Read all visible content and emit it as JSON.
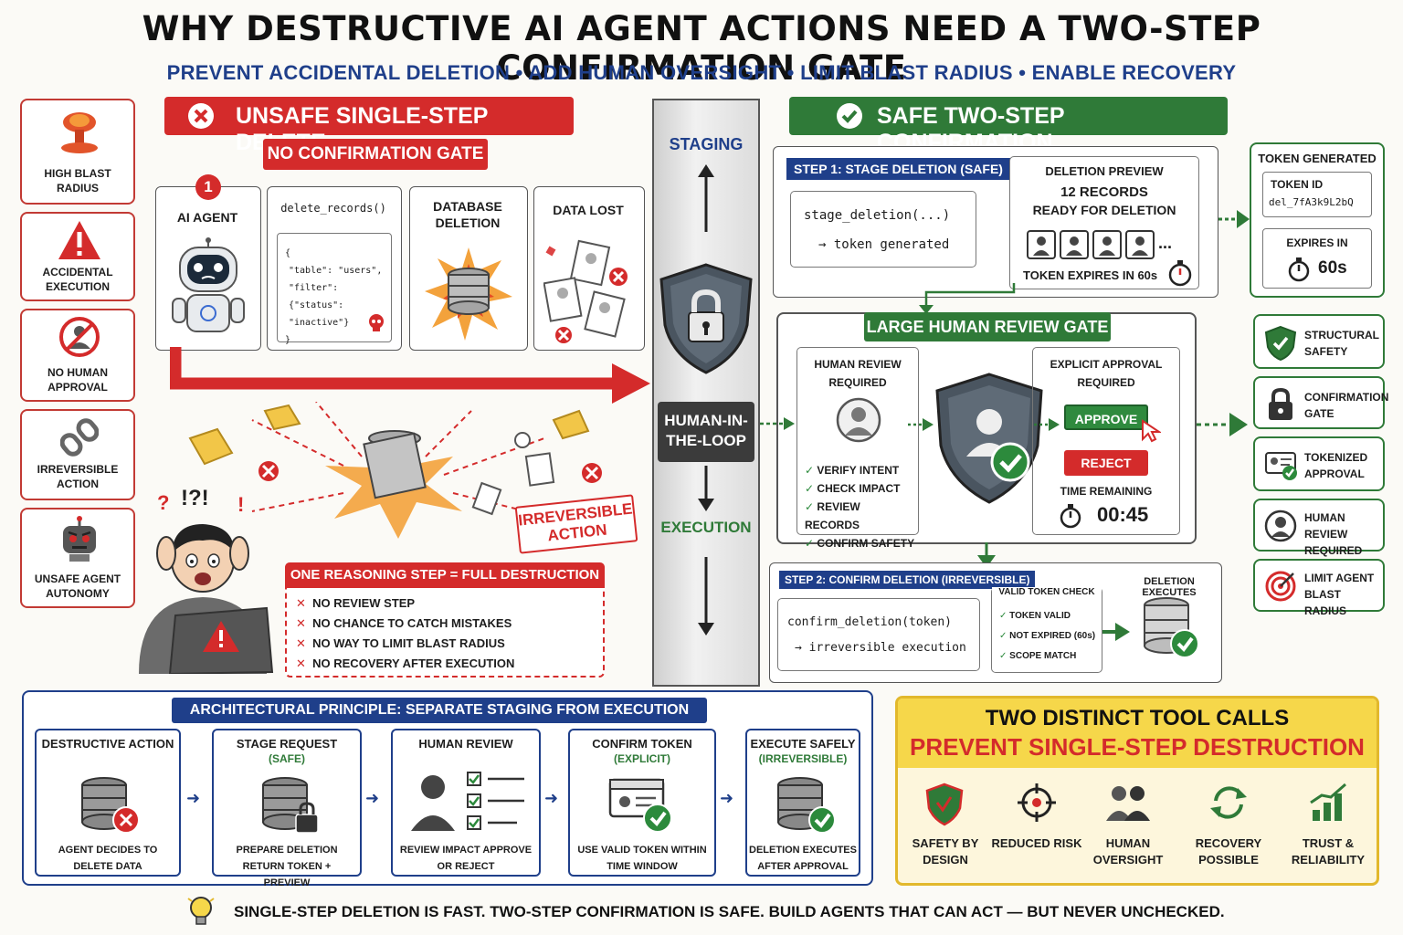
{
  "header": {
    "title": "WHY DESTRUCTIVE AI AGENT ACTIONS NEED A TWO-STEP CONFIRMATION GATE",
    "subtitle": "PREVENT ACCIDENTAL DELETION • ADD HUMAN OVERSIGHT • LIMIT BLAST RADIUS • ENABLE RECOVERY"
  },
  "risks": [
    {
      "label": "HIGH BLAST RADIUS",
      "icon": "explosion-icon"
    },
    {
      "label": "ACCIDENTAL EXECUTION",
      "icon": "warning-icon"
    },
    {
      "label": "NO HUMAN APPROVAL",
      "icon": "no-human-icon"
    },
    {
      "label": "IRREVERSIBLE ACTION",
      "icon": "broken-link-icon"
    },
    {
      "label": "UNSAFE AGENT AUTONOMY",
      "icon": "angry-robot-icon"
    }
  ],
  "unsafe": {
    "banner": "UNSAFE SINGLE-STEP DELETE",
    "subbanner": "NO CONFIRMATION GATE",
    "step_number": "1",
    "agent_label": "AI AGENT",
    "func_label": "delete_records()",
    "code_lines": [
      "{",
      "\"table\": \"users\",",
      "\"filter\": {\"status\":",
      "\"inactive\"}",
      "}"
    ],
    "db_label": "DATABASE DELETION",
    "lost_label": "DATA LOST",
    "irreversible_stamp": "IRREVERSIBLE ACTION",
    "destruction_title": "ONE REASONING STEP = FULL DESTRUCTION",
    "destruction_items": [
      "NO REVIEW STEP",
      "NO CHANCE TO CATCH MISTAKES",
      "NO WAY TO LIMIT BLAST RADIUS",
      "NO RECOVERY AFTER EXECUTION"
    ],
    "panic_text": "!?!"
  },
  "pillar": {
    "top": "STAGING",
    "middle": "HUMAN-IN-THE-LOOP",
    "bottom": "EXECUTION"
  },
  "safe": {
    "banner": "SAFE TWO-STEP CONFIRMATION",
    "step1": {
      "title": "STEP 1: STAGE DELETION (SAFE)",
      "call": "stage_deletion(...)",
      "result": "→ token generated"
    },
    "preview": {
      "title": "DELETION PREVIEW",
      "count": "12 RECORDS",
      "ready": "READY FOR DELETION",
      "more": "...",
      "expiry": "TOKEN EXPIRES IN 60s"
    },
    "token": {
      "title": "TOKEN GENERATED",
      "id_label": "TOKEN ID",
      "id_value": "del_7fA3k9L2bQ",
      "expires_label": "EXPIRES IN",
      "expires_value": "60s"
    },
    "gate": {
      "title": "LARGE HUMAN REVIEW GATE",
      "review_title": "HUMAN REVIEW REQUIRED",
      "checks": [
        "VERIFY INTENT",
        "CHECK IMPACT",
        "REVIEW RECORDS",
        "CONFIRM SAFETY"
      ],
      "approval_title": "EXPLICIT APPROVAL REQUIRED",
      "approve": "APPROVE",
      "reject": "REJECT",
      "time_label": "TIME REMAINING",
      "time_value": "00:45"
    },
    "step2": {
      "title": "STEP 2: CONFIRM DELETION (IRREVERSIBLE)",
      "call": "confirm_deletion(token)",
      "result": "→ irreversible execution",
      "check_title": "VALID TOKEN CHECK",
      "checks": [
        "TOKEN VALID",
        "NOT EXPIRED (60s)",
        "SCOPE MATCH"
      ],
      "executes": "DELETION EXECUTES"
    }
  },
  "benefits": [
    {
      "label": "STRUCTURAL SAFETY",
      "icon": "shield-check-icon"
    },
    {
      "label": "CONFIRMATION GATE",
      "icon": "lock-icon"
    },
    {
      "label": "TOKENIZED APPROVAL",
      "icon": "token-card-icon"
    },
    {
      "label": "HUMAN REVIEW REQUIRED",
      "icon": "person-icon"
    },
    {
      "label": "LIMIT AGENT BLAST RADIUS",
      "icon": "target-icon"
    }
  ],
  "principle": {
    "title": "ARCHITECTURAL PRINCIPLE: SEPARATE STAGING FROM EXECUTION",
    "steps": [
      {
        "title": "DESTRUCTIVE ACTION",
        "sub": "",
        "desc": "AGENT DECIDES TO DELETE DATA"
      },
      {
        "title": "STAGE REQUEST",
        "sub": "(SAFE)",
        "desc": "PREPARE DELETION RETURN TOKEN + PREVIEW"
      },
      {
        "title": "HUMAN REVIEW",
        "sub": "",
        "desc": "REVIEW IMPACT APPROVE OR REJECT"
      },
      {
        "title": "CONFIRM TOKEN",
        "sub": "(EXPLICIT)",
        "desc": "USE VALID TOKEN WITHIN TIME WINDOW"
      },
      {
        "title": "EXECUTE SAFELY",
        "sub": "(IRREVERSIBLE)",
        "desc": "DELETION EXECUTES AFTER APPROVAL"
      }
    ]
  },
  "callout": {
    "line1": "TWO DISTINCT TOOL CALLS",
    "line2": "PREVENT SINGLE-STEP DESTRUCTION",
    "items": [
      {
        "label": "SAFETY BY DESIGN",
        "icon": "shield-icon"
      },
      {
        "label": "REDUCED RISK",
        "icon": "crosshair-icon"
      },
      {
        "label": "HUMAN OVERSIGHT",
        "icon": "people-icon"
      },
      {
        "label": "RECOVERY POSSIBLE",
        "icon": "recycle-icon"
      },
      {
        "label": "TRUST & RELIABILITY",
        "icon": "growth-chart-icon"
      }
    ]
  },
  "footer": "SINGLE-STEP DELETION IS FAST.  TWO-STEP CONFIRMATION IS SAFE.  BUILD AGENTS THAT CAN ACT — BUT NEVER UNCHECKED.",
  "colors": {
    "red": "#d42b2b",
    "green": "#2f7a38",
    "navy": "#1f3f8a",
    "yellow": "#f6d74a"
  }
}
